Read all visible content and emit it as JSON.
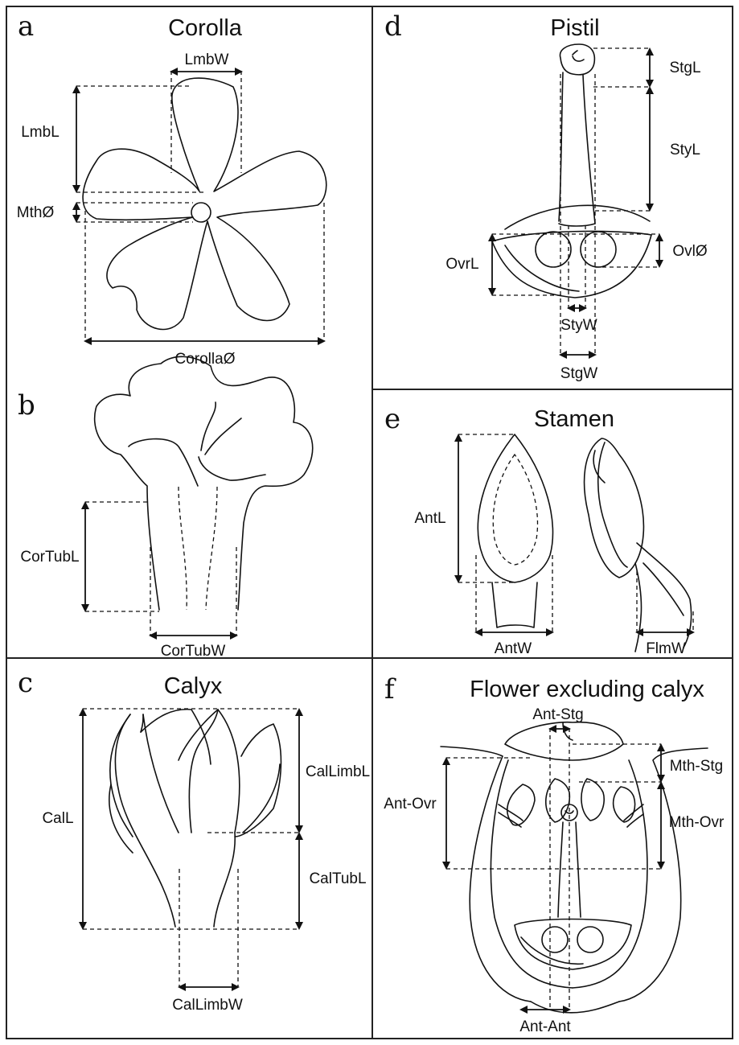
{
  "panels": {
    "a": {
      "letter": "a",
      "title": "Corolla",
      "labels": {
        "lmbw": "LmbW",
        "lmbl": "LmbL",
        "mth": "MthØ",
        "corolla": "CorollaØ"
      }
    },
    "b": {
      "letter": "b",
      "labels": {
        "cortubl": "CorTubL",
        "cortubw": "CorTubW"
      }
    },
    "c": {
      "letter": "c",
      "title": "Calyx",
      "labels": {
        "call": "CalL",
        "callimbl": "CalLimbL",
        "caltubl": "CalTubL",
        "callimbw": "CalLimbW"
      }
    },
    "d": {
      "letter": "d",
      "title": "Pistil",
      "labels": {
        "stgl": "StgL",
        "styl": "StyL",
        "ovrl": "OvrL",
        "ovl": "OvlØ",
        "styw": "StyW",
        "stgw": "StgW"
      }
    },
    "e": {
      "letter": "e",
      "title": "Stamen",
      "labels": {
        "antl": "AntL",
        "antw": "AntW",
        "flmw": "FlmW"
      }
    },
    "f": {
      "letter": "f",
      "title": "Flower excluding calyx",
      "labels": {
        "antstg": "Ant-Stg",
        "mthstg": "Mth-Stg",
        "antovr": "Ant-Ovr",
        "mthovr": "Mth-Ovr",
        "antant": "Ant-Ant"
      }
    }
  }
}
